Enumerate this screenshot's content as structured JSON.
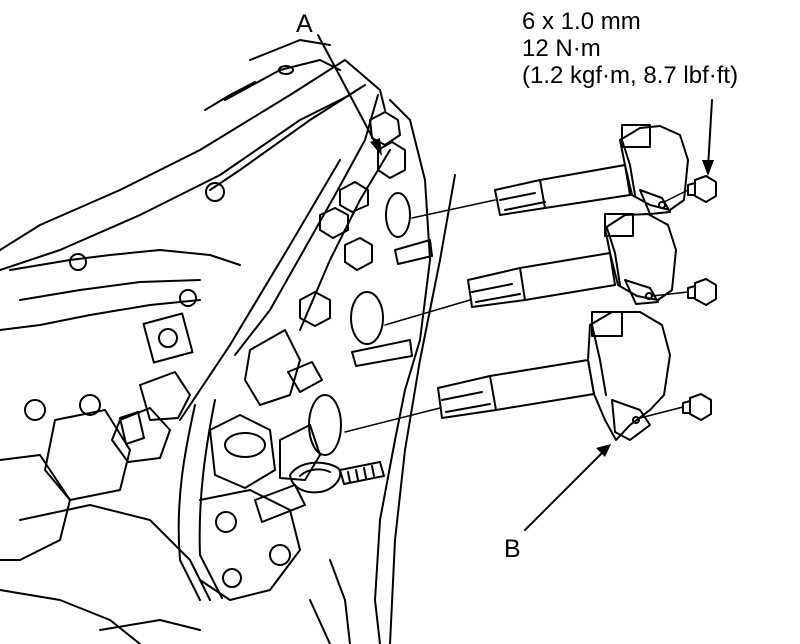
{
  "callouts": {
    "a": "A",
    "b": "B"
  },
  "spec": {
    "size": "6 x 1.0 mm",
    "torque": "12 N·m",
    "torque_alt": "(1.2 kgf·m, 8.7 lbf·ft)"
  },
  "colors": {
    "line": "#000000",
    "background": "#ffffff",
    "shade": "#d8d8d8"
  }
}
